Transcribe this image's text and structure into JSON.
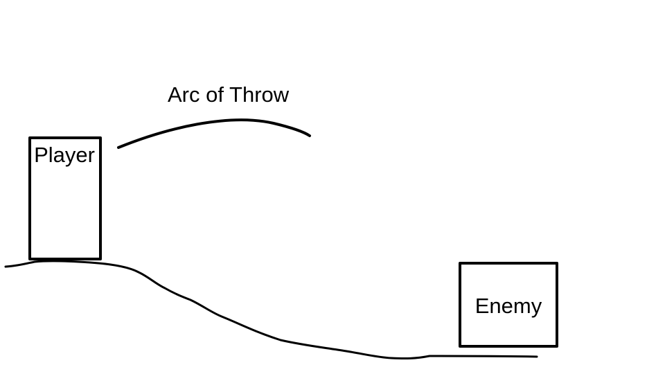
{
  "diagram": {
    "arc_label": "Arc of Throw",
    "player_label": "Player",
    "enemy_label": "Enemy"
  },
  "colors": {
    "background": "#ffffff",
    "stroke": "#000000"
  }
}
